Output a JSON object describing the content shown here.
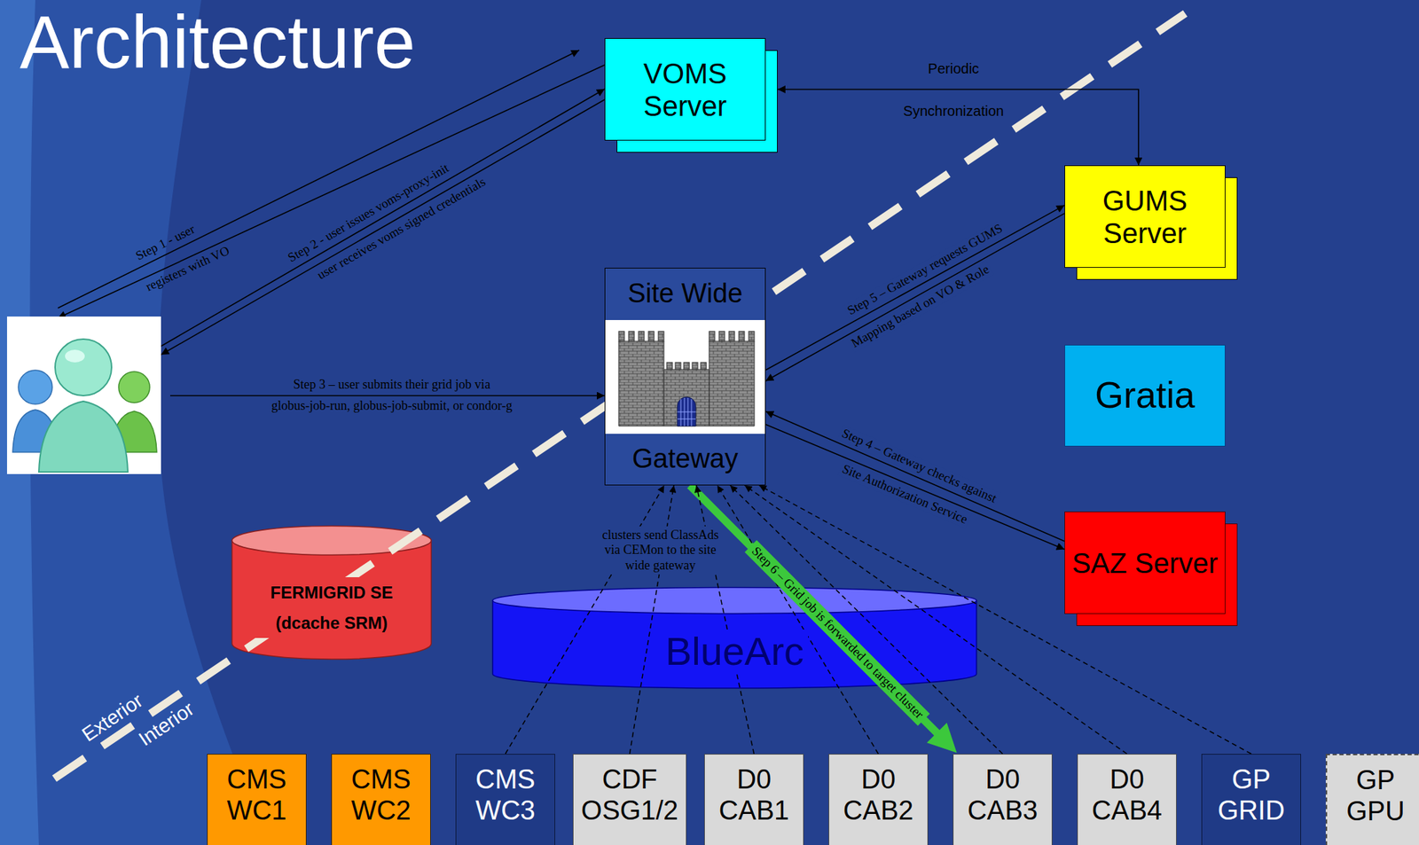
{
  "diagram": {
    "title": "Architecture",
    "nodes": [
      {
        "text": [
          "VOMS Server"
        ]
      },
      {
        "text": [
          "GUMS Server"
        ]
      },
      {
        "text": [
          "Site Wide",
          "Gateway"
        ]
      },
      {
        "text": [
          "Gratia"
        ]
      },
      {
        "text": [
          "SAZ Server"
        ]
      },
      {
        "text": [
          "FERMIGRID SE (dcache SRM)"
        ]
      },
      {
        "text": [
          "BlueArc"
        ]
      },
      {
        "text": [
          "CMS WC1"
        ]
      },
      {
        "text": [
          "CMS WC2"
        ]
      },
      {
        "text": [
          "CMS WC3"
        ]
      },
      {
        "text": [
          "CDF OSG1/2"
        ]
      },
      {
        "text": [
          "D0 CAB1"
        ]
      },
      {
        "text": [
          "D0 CAB2"
        ]
      },
      {
        "text": [
          "D0 CAB3"
        ]
      },
      {
        "text": [
          "D0 CAB4"
        ]
      },
      {
        "text": [
          "GP GRID"
        ]
      },
      {
        "text": [
          "GP GPU"
        ]
      }
    ],
    "edges": [
      {
        "from": 0,
        "to": 1,
        "label": "Periodic Synchronization",
        "arrow": "both"
      },
      {
        "from": 2,
        "to": 1,
        "label": "Step 5 – Gateway requests GUMS",
        "arrow": "to"
      },
      {
        "from": 1,
        "to": 2,
        "label": "Mapping based on VO & Role",
        "arrow": "to"
      },
      {
        "from": 4,
        "to": 2,
        "label": "Step 4 – Gateway checks against",
        "arrow": "to"
      },
      {
        "from": 2,
        "to": 4,
        "label": "Site Authorization Service",
        "arrow": "to"
      },
      {
        "from": 2,
        "to": 13,
        "label": "Step 6 – Grid job is forwarded to target cluster",
        "arrow": "to"
      },
      {
        "from": 9,
        "to": 2,
        "arrow": "to"
      },
      {
        "from": 10,
        "to": 2,
        "arrow": "to"
      },
      {
        "from": 11,
        "to": 2,
        "arrow": "to"
      },
      {
        "from": 12,
        "to": 2,
        "arrow": "to"
      },
      {
        "from": 13,
        "to": 2,
        "arrow": "to"
      },
      {
        "from": 14,
        "to": 2,
        "arrow": "to"
      },
      {
        "from": 15,
        "to": 2,
        "arrow": "to"
      }
    ],
    "labels": [
      "Step 1 - user",
      "registers with VO",
      "Step 2 - user issues voms-proxy-init",
      "user receives voms signed credentials",
      "Step 3 – user submits their grid job via",
      "globus-job-run, globus-job-submit, or condor-g",
      "clusters send ClassAds via CEMon to the site wide gateway",
      "Exterior",
      "Interior"
    ]
  }
}
